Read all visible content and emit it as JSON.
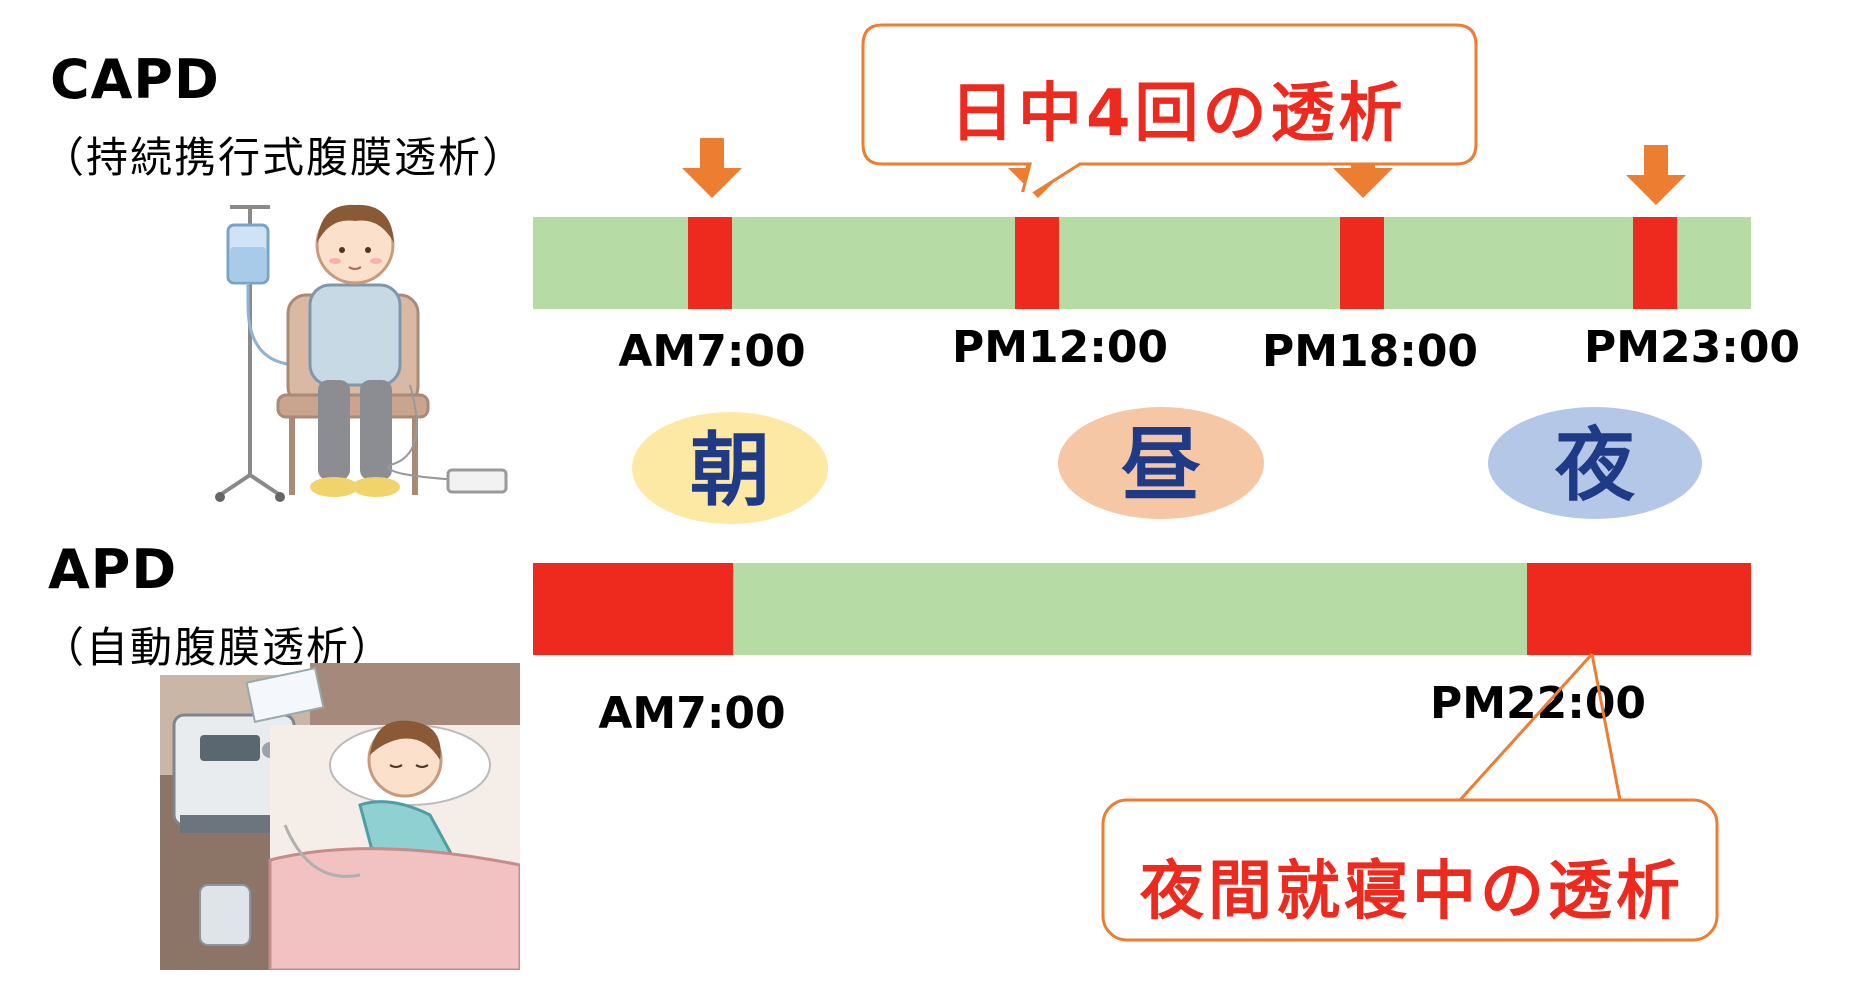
{
  "capd": {
    "title": "CAPD",
    "subtitle": "（持続携行式腹膜透析）",
    "times": [
      "AM7:00",
      "PM12:00",
      "PM18:00",
      "PM23:00"
    ]
  },
  "callout_day": "日中4回の透析",
  "periods": {
    "morning": "朝",
    "noon": "昼",
    "night": "夜"
  },
  "apd": {
    "title": "APD",
    "subtitle": "（自動腹膜透析）",
    "times": [
      "AM7:00",
      "PM22:00"
    ]
  },
  "callout_night": "夜間就寝中の透析",
  "colors": {
    "bar_green": "#b7dba4",
    "segment_red": "#ee2a1f",
    "arrow_orange": "#ed7d31",
    "callout_border": "#ed7d31",
    "callout_text": "#ee2a1f",
    "morning_fill": "#fde9a3",
    "noon_fill": "#f6c7a4",
    "night_fill": "#b4c7e7",
    "period_text": "#1f3a86"
  }
}
